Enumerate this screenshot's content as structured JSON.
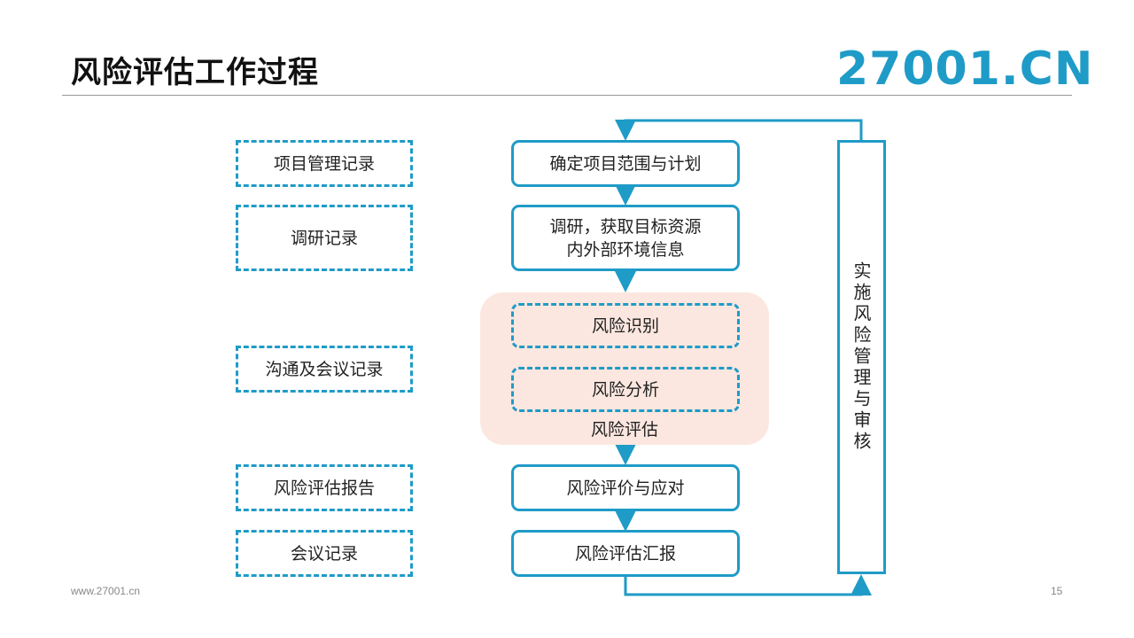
{
  "title": "风险评估工作过程",
  "logo": {
    "text": "27001.CN",
    "color": "#1f9bc7"
  },
  "colors": {
    "accent": "#1f9bc7",
    "group_fill": "#fbe7df"
  },
  "records": [
    "项目管理记录",
    "调研记录",
    "沟通及会议记录",
    "风险评估报告",
    "会议记录"
  ],
  "process": {
    "step1": "确定项目范围与计划",
    "step2_line1": "调研，获取目标资源",
    "step2_line2": "内外部环境信息",
    "risk_group": {
      "label": "风险评估",
      "identify": "风险识别",
      "analysis": "风险分析"
    },
    "step4": "风险评价与应对",
    "step5": "风险评估汇报"
  },
  "side_box": "实施风险管理与审核",
  "footer": {
    "url": "www.27001.cn",
    "page": "15"
  }
}
